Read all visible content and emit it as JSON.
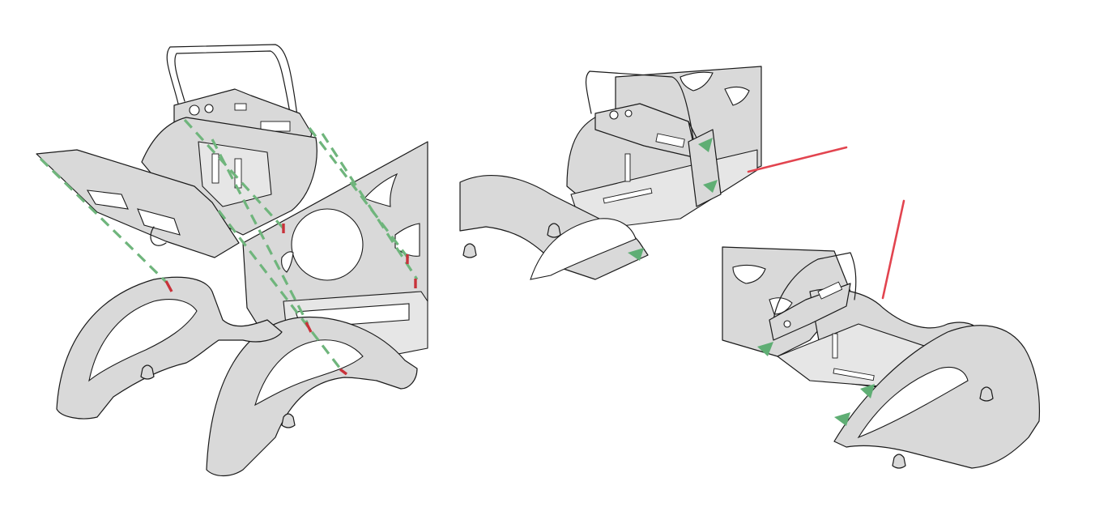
{
  "figure": {
    "title": "",
    "steps": [
      {
        "id": "exploded",
        "description_visible": false
      },
      {
        "id": "assembled-front",
        "description_visible": false
      },
      {
        "id": "assembled-rear",
        "description_visible": false
      }
    ]
  },
  "colors": {
    "panel": "#d9d9d9",
    "outline": "#1a1a1a",
    "guide_dash": "#6fb57c",
    "slot_mark": "#c8323a",
    "callout": "#e2444f",
    "arrow": "#5fae74"
  },
  "icons": {
    "insert_arrow": "green-triangle-arrow",
    "slot_marker": "red-tab-marker"
  }
}
